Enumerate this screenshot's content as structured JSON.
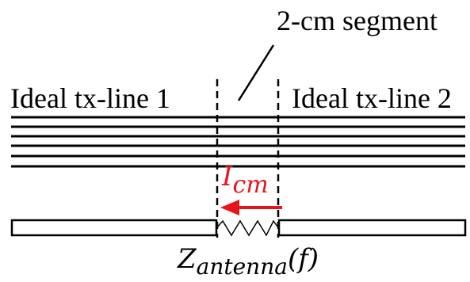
{
  "labels": {
    "segment": "2-cm segment",
    "line_left": "Ideal tx-line 1",
    "line_right": "Ideal tx-line 2",
    "current_symbol": "I",
    "current_subscript": "cm",
    "impedance_symbol": "Z",
    "impedance_subscript": "antenna",
    "impedance_argument": "(f)"
  },
  "colors": {
    "line": "#000000",
    "current": "#e8141c",
    "background": "#ffffff"
  },
  "bundle_conductor_count": 6
}
